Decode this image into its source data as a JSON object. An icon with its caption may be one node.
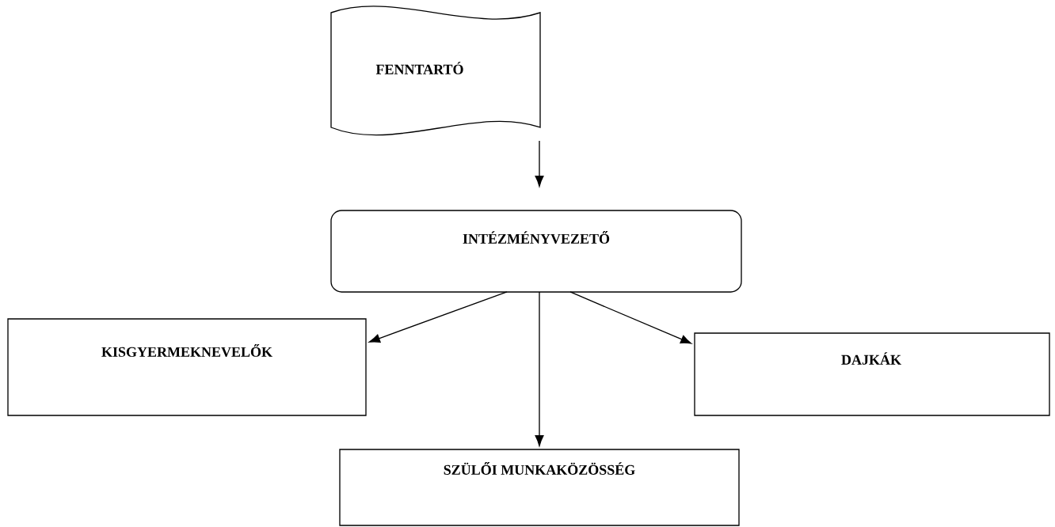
{
  "diagram": {
    "nodes": [
      {
        "text": [
          "FENNTARTÓ"
        ]
      },
      {
        "text": [
          "INTÉZMÉNYVEZETŐ"
        ]
      },
      {
        "text": [
          "KISGYERMEKNEVELŐK"
        ]
      },
      {
        "text": [
          "DAJKÁK"
        ]
      },
      {
        "text": [
          "SZÜLŐI MUNKAKÖZÖSSÉG"
        ]
      }
    ],
    "edges": [
      {
        "from": 0,
        "to": 1,
        "arrow": "to"
      },
      {
        "from": 1,
        "to": 2,
        "arrow": "to"
      },
      {
        "from": 1,
        "to": 3,
        "arrow": "to"
      },
      {
        "from": 1,
        "to": 4,
        "arrow": "to"
      }
    ]
  }
}
